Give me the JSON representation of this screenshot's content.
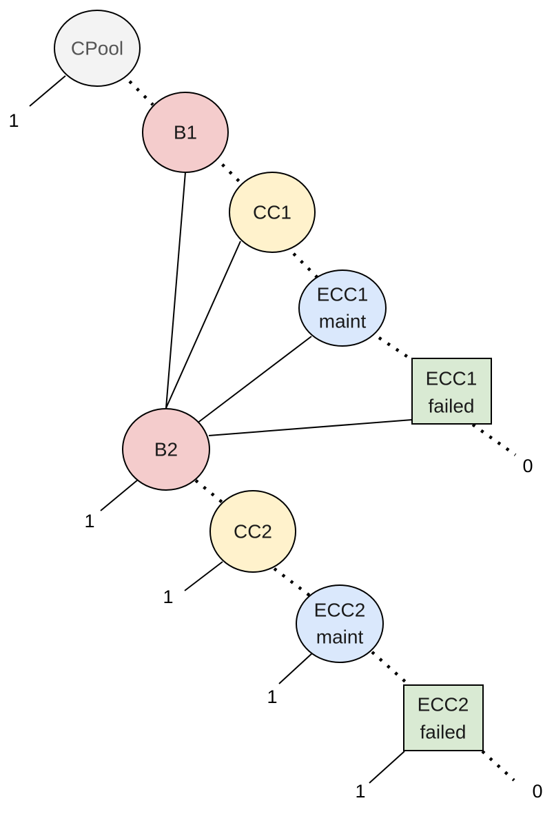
{
  "colors": {
    "cpool": "#f3f3f3",
    "bus": "#f4cccc",
    "cc": "#fff2cc",
    "ecc_maint": "#dae8fc",
    "ecc_failed": "#d9ead3"
  },
  "nodes": {
    "cpool": "CPool",
    "b1": "B1",
    "cc1": "CC1",
    "ecc1_maint": [
      "ECC1",
      "maint"
    ],
    "ecc1_failed": [
      "ECC1",
      "failed"
    ],
    "b2": "B2",
    "cc2": "CC2",
    "ecc2_maint": [
      "ECC2",
      "maint"
    ],
    "ecc2_failed": [
      "ECC2",
      "failed"
    ]
  },
  "leaves": {
    "cpool": "1",
    "ecc1_failed": "0",
    "b2": "1",
    "cc2": "1",
    "ecc2_maint": "1",
    "ecc2_failed_left": "1",
    "ecc2_failed_right": "0"
  }
}
